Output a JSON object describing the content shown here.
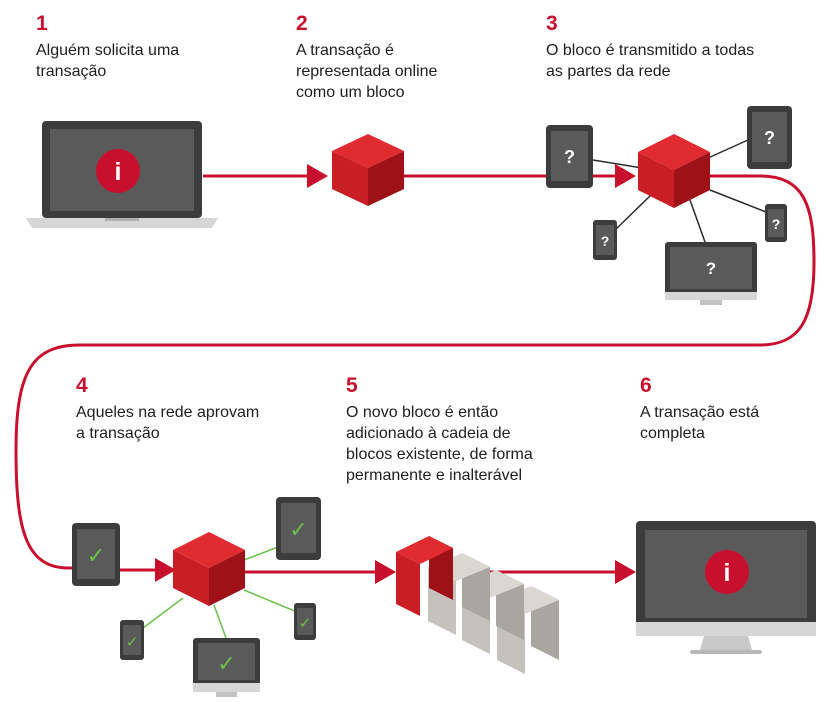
{
  "steps": [
    {
      "num": "1",
      "lines": [
        "Alguém solicita uma",
        "transação"
      ]
    },
    {
      "num": "2",
      "lines": [
        "A transação é",
        "representada online",
        "como um bloco"
      ]
    },
    {
      "num": "3",
      "lines": [
        "O bloco é transmitido a todas",
        "as partes da rede"
      ]
    },
    {
      "num": "4",
      "lines": [
        "Aqueles na rede aprovam",
        "a transação"
      ]
    },
    {
      "num": "5",
      "lines": [
        "O novo bloco é então",
        "adicionado à cadeia de",
        "blocos existente, de forma",
        "permanente e inalterável"
      ]
    },
    {
      "num": "6",
      "lines": [
        "A transação está",
        "completa"
      ]
    }
  ],
  "glyphs": {
    "info": "i",
    "unknown": "?",
    "approved": "✓"
  },
  "colors": {
    "accent": "#c8102e",
    "approve": "#6cc04a",
    "cube_top": "#e02b30",
    "cube_left": "#c81e24",
    "cube_right": "#9e1117",
    "grey_top": "#dad7d3",
    "grey_left": "#c5c1bd",
    "grey_right": "#a9a59f",
    "device": "#3c3c3c",
    "screen": "#5a5a5a"
  }
}
